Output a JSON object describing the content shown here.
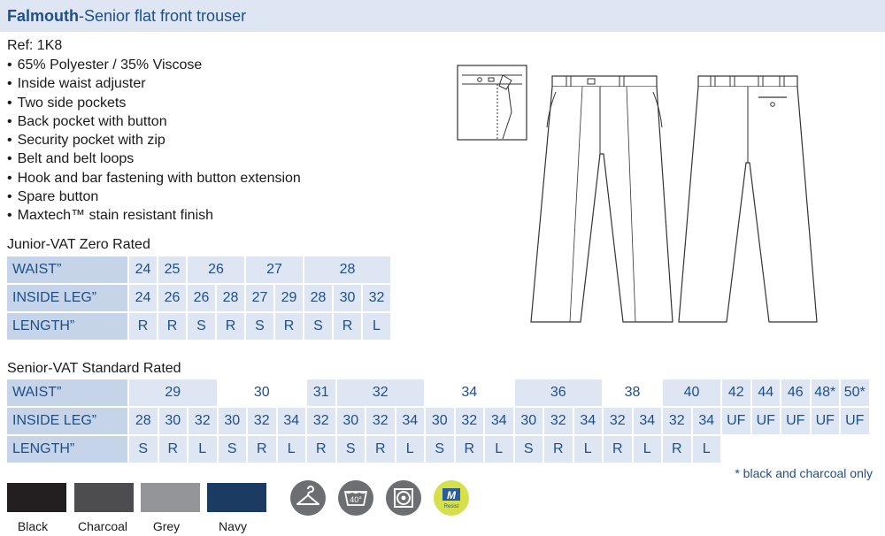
{
  "title": {
    "brand": "Falmouth",
    "rest": "-Senior flat front trouser"
  },
  "ref": "Ref: 1K8",
  "features": [
    "65% Polyester / 35% Viscose",
    "Inside waist adjuster",
    "Two side pockets",
    "Back pocket with button",
    "Security pocket with zip",
    "Belt and belt loops",
    "Hook and bar fastening with button extension",
    "Spare button",
    "Maxtech™ stain resistant finish"
  ],
  "junior": {
    "label": "Junior-VAT Zero Rated",
    "row_labels": [
      "WAIST”",
      "INSIDE LEG”",
      "LENGTH”"
    ],
    "waist": [
      "24",
      "25",
      "26",
      "27",
      "28"
    ],
    "inside_leg": [
      "24",
      "26",
      "26",
      "28",
      "27",
      "29",
      "28",
      "30",
      "32"
    ],
    "length": [
      "R",
      "R",
      "S",
      "R",
      "S",
      "R",
      "S",
      "R",
      "L"
    ]
  },
  "senior": {
    "label": "Senior-VAT Standard Rated",
    "row_labels": [
      "WAIST”",
      "INSIDE LEG”",
      "LENGTH”"
    ],
    "waist": [
      "29",
      "30",
      "31",
      "32",
      "34",
      "36",
      "38",
      "40",
      "42",
      "44",
      "46",
      "48*",
      "50*"
    ],
    "inside_leg": [
      "28",
      "30",
      "32",
      "30",
      "32",
      "34",
      "32",
      "30",
      "32",
      "34",
      "30",
      "32",
      "34",
      "30",
      "32",
      "34",
      "32",
      "34",
      "32",
      "34",
      "UF",
      "UF",
      "UF",
      "UF",
      "UF"
    ],
    "length": [
      "S",
      "R",
      "L",
      "S",
      "R",
      "L",
      "R",
      "S",
      "R",
      "L",
      "S",
      "R",
      "L",
      "S",
      "R",
      "L",
      "R",
      "L",
      "R",
      "L",
      "",
      "",
      "",
      "",
      ""
    ]
  },
  "footnote": "* black and charcoal only",
  "colours": [
    {
      "name": "Black",
      "hex": "#231f20"
    },
    {
      "name": "Charcoal",
      "hex": "#4d4d4f"
    },
    {
      "name": "Grey",
      "hex": "#939598"
    },
    {
      "name": "Navy",
      "hex": "#1c3b63"
    }
  ],
  "care": {
    "wash_temp": "40°",
    "resist_label": "Resist",
    "resist_letter": "M"
  },
  "accent": "#1f4f8b"
}
